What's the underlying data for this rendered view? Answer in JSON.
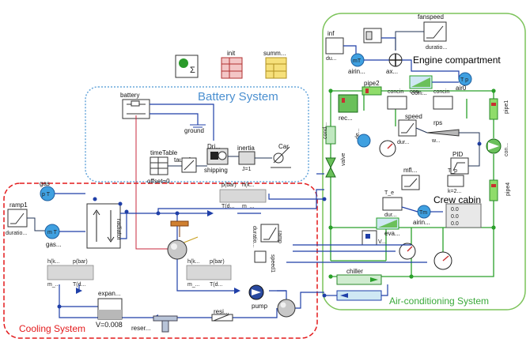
{
  "groups": {
    "battery": "Battery System",
    "cooling": "Cooling System",
    "air": "Air-conditioning System"
  },
  "headings": {
    "engine": "Engine compartment",
    "crew": "Crew cabin"
  },
  "top_icons": {
    "init": "init",
    "summary": "summ..."
  },
  "battery_labels": {
    "battery": "battery",
    "ground": "ground",
    "timetable": "timeTable",
    "offset": "offset=0",
    "tauref": "tauref",
    "driver": "Dri...",
    "shipping": "shipping",
    "inertia": "inertia",
    "inertia_j": "J=1",
    "car": "Car"
  },
  "cooling_labels": {
    "gas": "gas",
    "pT": "p T",
    "ramp": "ramp1",
    "ramp_param": "duratio...",
    "mT": "m T",
    "gas2": "gas...",
    "radiator": "radiator",
    "hk1": "h(k...",
    "m1": "m_...",
    "pbar1": "p(bar)",
    "td1": "T(d...",
    "pbar_top": "p(bar)",
    "hk_top": "h(k...",
    "td_top": "T(d...",
    "m_top": "m_...",
    "hk2": "h(k...",
    "m2": "m_...",
    "pbar2": "p(bar)",
    "td2": "T(d...",
    "expan": "expan...",
    "volume": "V=0.008",
    "reser": "reser...",
    "pump": "pump",
    "resi": "resi...",
    "speed": "speed1",
    "ramp_vert": "ramp",
    "duratio_vert": "duratio..."
  },
  "air_labels": {
    "fanspeed": "fanspeed",
    "fan_param": "duratio...",
    "inf": "inf",
    "inf_du": "du...",
    "mT": "mT",
    "airin": "airin...",
    "ax": "ax...",
    "Tp": "T p",
    "air0": "air0",
    "con1": "con...",
    "conin": "concin",
    "pipe2": "pipe2",
    "rec": "rec...",
    "con2": "con...",
    "conin2": "concin",
    "pipe1": "pipe1",
    "speed": "speed",
    "speed_dur": "dur...",
    "rps": "rps",
    "wlabel": "w...",
    "con3": "con...",
    "pid": "PID",
    "mfl": "mfl...",
    "Te": "T_e",
    "Tp2": "T_p",
    "k2": "k=2...",
    "dur": "dur...",
    "Tm": "Tm",
    "airin2": "airin...",
    "eva": "eva...",
    "pipe4": "pipe4",
    "valve": "valve",
    "chiller": "chiller",
    "cond": "cond...",
    "v_lbl": "V...",
    "de": "de..."
  },
  "crew_table": [
    "0.0",
    "0.0",
    "0.0"
  ],
  "colors": {
    "battery_border": "#4a8fd0",
    "cooling_border": "#e31a1c",
    "air_border": "#5bb84a",
    "wire_blue": "#1f3fa8",
    "wire_green": "#2aa02a",
    "wire_red": "#c8283c"
  }
}
